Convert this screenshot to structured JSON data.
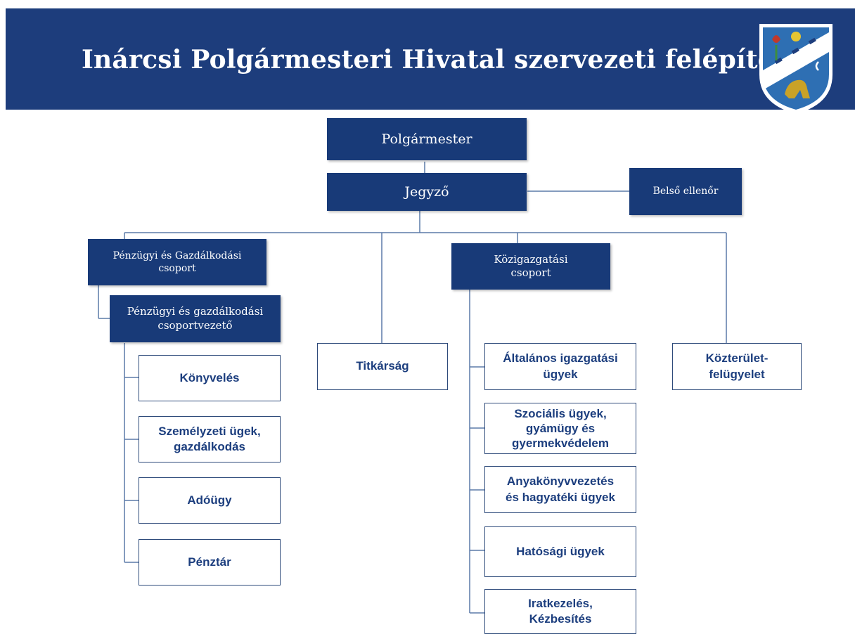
{
  "title": "Inárcsi Polgármesteri Hivatal szervezeti felépítése",
  "colors": {
    "banner": "#1d3d7c",
    "dark_box": "#183a78",
    "light_text": "#1c3e7e",
    "line": "#5b7aa8"
  },
  "crest": {
    "icon": "coat-of-arms-icon"
  },
  "nodes": {
    "polgarmester": "Polgármester",
    "jegyzo": "Jegyző",
    "belso_ellenor": "Belső ellenőr",
    "penzugyi_csoport": [
      "Pénzügyi és Gazdálkodási",
      "csoport"
    ],
    "penzugyi_vezeto": [
      "Pénzügyi és gazdálkodási",
      "csoportvezető"
    ],
    "konyveles": "Könyvelés",
    "szemelyzeti": [
      "Személyzeti ügek,",
      "gazdálkodás"
    ],
    "adougy": "Adóügy",
    "penztar": "Pénztár",
    "titkarsag": "Titkárság",
    "kozigazgatasi_csoport": [
      "Közigazgatási",
      "csoport"
    ],
    "altalanos": [
      "Általános igazgatási",
      "ügyek"
    ],
    "szocialis": [
      "Szociális ügyek,",
      "gyámügy és",
      "gyermekvédelem"
    ],
    "anyakonyv": [
      "Anyakönyvvezetés",
      "és hagyatéki ügyek"
    ],
    "hatosagi": "Hatósági ügyek",
    "iratkezeles": [
      "Iratkezelés,",
      "Kézbesítés"
    ],
    "kozterulet": [
      "Közterület-",
      "felügyelet"
    ]
  }
}
